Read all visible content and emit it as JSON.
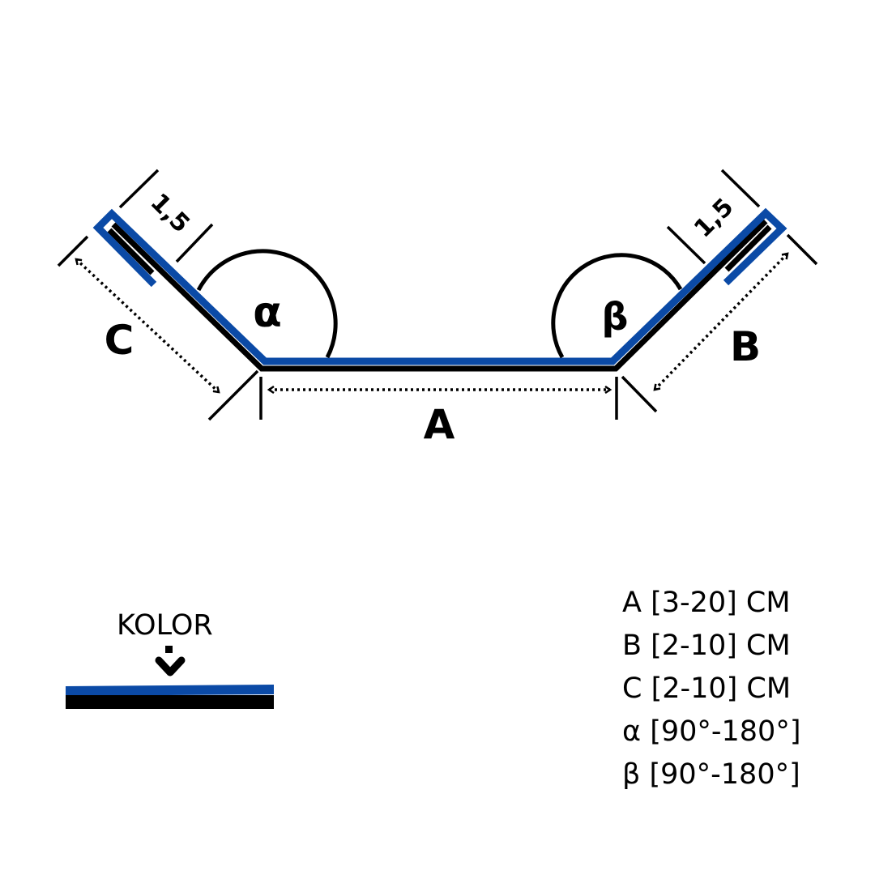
{
  "colors": {
    "accent_blue": "#0b4aa6",
    "black": "#000000"
  },
  "diagram": {
    "label_a": "A",
    "label_b": "B",
    "label_c": "C",
    "label_alpha": "α",
    "label_beta": "β",
    "hem_left": "1,5",
    "hem_right": "1,5"
  },
  "legend": {
    "kolor_label": "KOLOR",
    "arrow_icon": "arrow-down-icon"
  },
  "specs": [
    "A [3-20] CM",
    "B [2-10] CM",
    "C [2-10] CM",
    "α [90°-180°]",
    "β [90°-180°]"
  ]
}
